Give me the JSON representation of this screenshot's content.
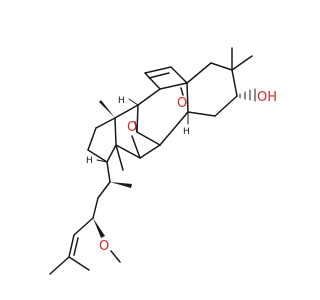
{
  "molecule": {
    "atom_labels": {
      "hydroxyl": "OH",
      "ether_o_upper": "O",
      "ether_o_lower": "O",
      "methoxy_o": "O",
      "h_c9": "H",
      "h_c17": "H",
      "h_c5": "H"
    },
    "colors": {
      "bond": "#1a1a1a",
      "oxygen": "#cc2b2b",
      "background": "#ffffff"
    }
  }
}
